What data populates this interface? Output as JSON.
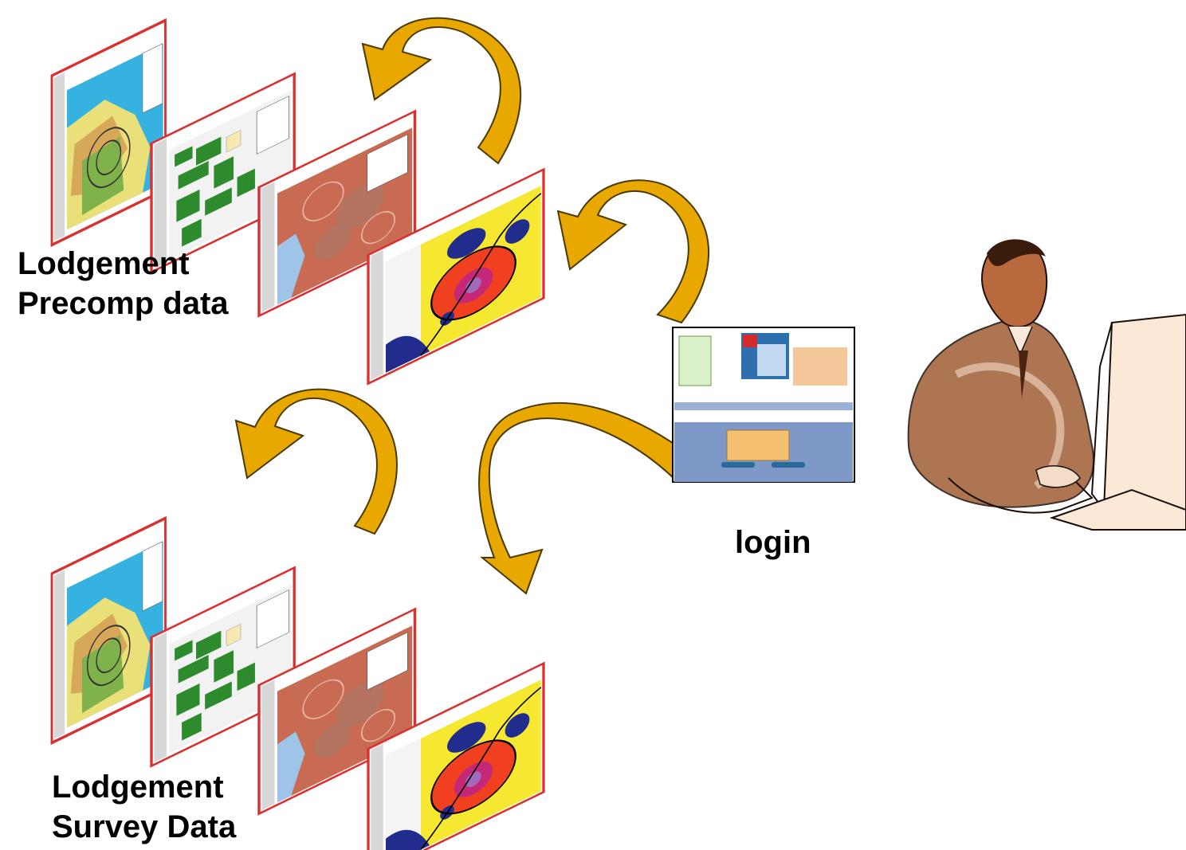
{
  "labels": {
    "precomp": [
      "Lodgement",
      "Precomp data"
    ],
    "survey": [
      "Lodgement",
      "Survey Data"
    ],
    "login": "login"
  },
  "colors": {
    "arrow_fill": "#e8a800",
    "arrow_dark": "#b98a00",
    "frame_red": "#d93030",
    "map_blue": "#36b2e0",
    "map_green": "#2d8a2d",
    "map_brown": "#c96b52",
    "heat_red": "#f04020",
    "heat_yellow": "#f6e830",
    "heat_navy": "#222c8c",
    "login_bg": "#7e98c8",
    "login_notice": "#f5c070"
  },
  "map_stacks": [
    {
      "name": "precomp-stack",
      "maps": [
        "land-use-map",
        "parcel-map",
        "zone-map",
        "heat-map"
      ]
    },
    {
      "name": "survey-stack",
      "maps": [
        "land-use-map",
        "parcel-map",
        "zone-map",
        "heat-map"
      ]
    }
  ],
  "icons": [
    "curved-arrow-icon",
    "user-at-computer-icon"
  ]
}
